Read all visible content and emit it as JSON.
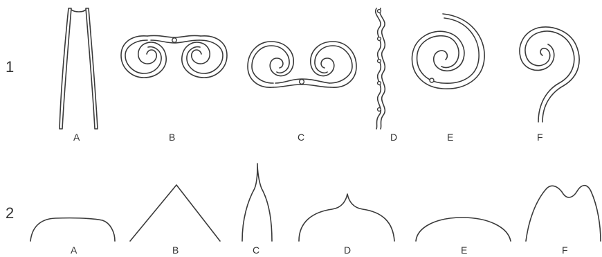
{
  "rows": [
    {
      "number": "1",
      "items": [
        {
          "label": "A",
          "shape": "long-parallel-prongs"
        },
        {
          "label": "B",
          "shape": "double-spiral-dot-top"
        },
        {
          "label": "C",
          "shape": "double-spiral-dot-bottom"
        },
        {
          "label": "D",
          "shape": "wavy-vertical-with-dots"
        },
        {
          "label": "E",
          "shape": "large-spiral-open"
        },
        {
          "label": "F",
          "shape": "spiral-with-stem"
        }
      ]
    },
    {
      "number": "2",
      "items": [
        {
          "label": "A",
          "shape": "flat-rounded-top"
        },
        {
          "label": "B",
          "shape": "triangle-point"
        },
        {
          "label": "C",
          "shape": "narrow-spike"
        },
        {
          "label": "D",
          "shape": "ogee-point"
        },
        {
          "label": "E",
          "shape": "semicircle"
        },
        {
          "label": "F",
          "shape": "double-hump"
        }
      ]
    }
  ],
  "colors": {
    "ink": "#3a3a3a",
    "background": "#ffffff"
  }
}
